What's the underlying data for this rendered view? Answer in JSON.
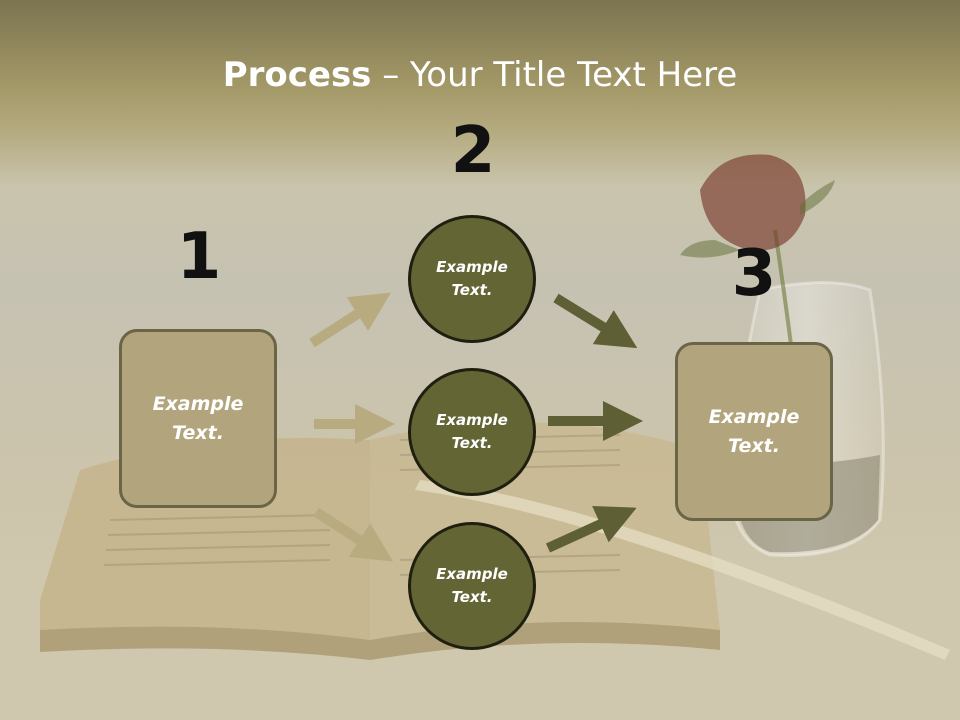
{
  "title": {
    "bold": "Process",
    "rest": " – Your Title Text Here"
  },
  "steps": {
    "one": "1",
    "two": "2",
    "three": "3"
  },
  "left_box": {
    "line1": "Example",
    "line2": "Text."
  },
  "right_box": {
    "line1": "Example",
    "line2": "Text."
  },
  "circles": [
    {
      "line1": "Example",
      "line2": "Text."
    },
    {
      "line1": "Example",
      "line2": "Text."
    },
    {
      "line1": "Example",
      "line2": "Text."
    }
  ],
  "colors": {
    "box_fill": "#b2a57d",
    "circle_fill": "#636535",
    "arrow_light": "#b8ab7f",
    "arrow_dark": "#5f5f35"
  }
}
